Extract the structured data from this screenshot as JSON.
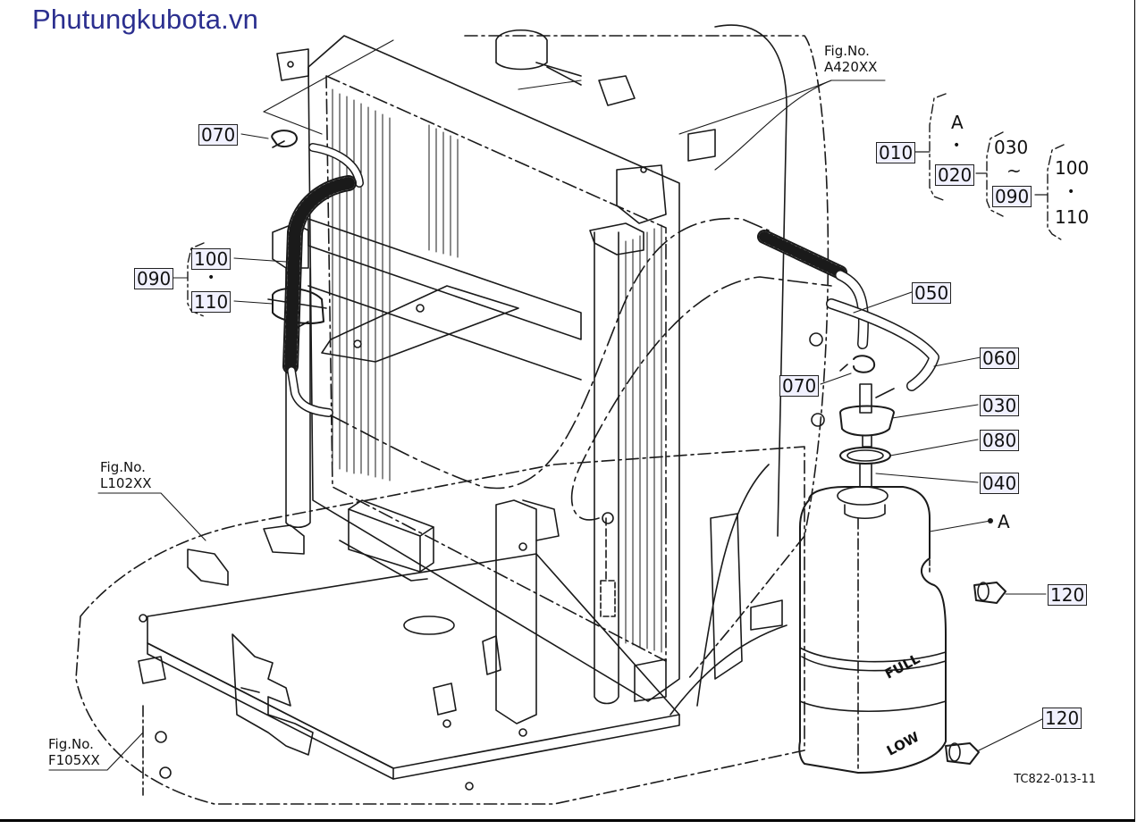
{
  "watermark": "Phutungkubota.vn",
  "figure_refs": [
    {
      "id": "a420",
      "line1": "Fig.No.",
      "line2": "A420XX"
    },
    {
      "id": "l102",
      "line1": "Fig.No.",
      "line2": "L102XX"
    },
    {
      "id": "f105",
      "line1": "Fig.No.",
      "line2": "F105XX"
    }
  ],
  "callouts": {
    "left_070": "070",
    "left_090": "090",
    "left_100": "100",
    "left_110": "110",
    "r_050": "050",
    "r_060": "060",
    "r_070": "070",
    "r_030": "030",
    "r_080": "080",
    "r_040": "040",
    "r_120a": "120",
    "r_120b": "120",
    "point_a": "A"
  },
  "tree": {
    "t010": "010",
    "tA": "A",
    "dot1": "•",
    "t020": "020",
    "t030": "030",
    "tilde": "~",
    "t090": "090",
    "t100": "100",
    "dot2": "•",
    "t110": "110"
  },
  "left_dot": "•",
  "tank_marks": {
    "full": "FULL",
    "low": "LOW"
  },
  "drawing_code": "TC822-013-11",
  "colors": {
    "ink": "#1a1a1a",
    "watermark": "#2b2f8f",
    "label_box": "#f1f1ff"
  }
}
